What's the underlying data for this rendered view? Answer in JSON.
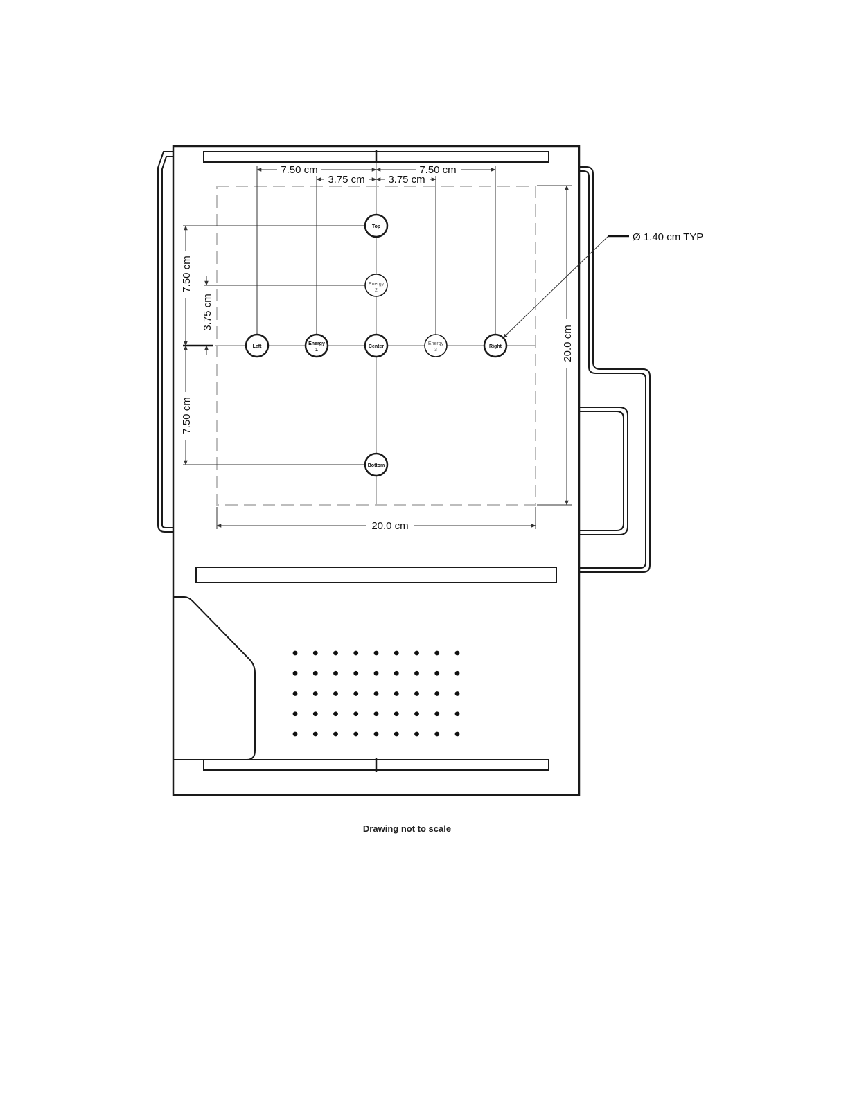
{
  "dimensions": {
    "top_left_outer": "7.50 cm",
    "top_left_inner": "3.75 cm",
    "top_right_inner": "3.75 cm",
    "top_right_outer": "7.50 cm",
    "left_upper_outer": "7.50 cm",
    "left_upper_inner": "3.75 cm",
    "left_lower": "7.50 cm",
    "field_height": "20.0 cm",
    "field_width": "20.0 cm",
    "diameter_callout": "Ø 1.40 cm TYP"
  },
  "markers": {
    "top": [
      "Top"
    ],
    "energy2": [
      "Energy",
      "2"
    ],
    "left": [
      "Left"
    ],
    "energy1": [
      "Energy",
      "1"
    ],
    "center": [
      "Center"
    ],
    "energy3": [
      "Energy",
      "3"
    ],
    "right": [
      "Right"
    ],
    "bottom": [
      "Bottom"
    ]
  },
  "caption": "Drawing not to scale"
}
